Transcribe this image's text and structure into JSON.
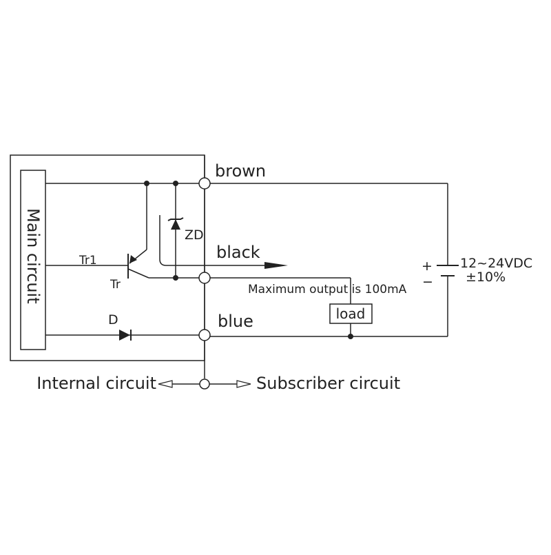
{
  "labels": {
    "main_circuit": "Main circuit",
    "brown": "brown",
    "black": "black",
    "blue": "blue",
    "tr1": "Tr1",
    "tr": "Tr",
    "zd": "ZD",
    "d": "D",
    "load": "load",
    "max_output": "Maximum output is 100mA",
    "supply_voltage": "12~24VDC",
    "supply_tolerance": "±10%",
    "plus": "+",
    "minus": "−",
    "internal_circuit": "Internal circuit",
    "subscriber_circuit": "Subscriber circuit"
  },
  "colors": {
    "line": "#222222",
    "background": "#ffffff"
  }
}
